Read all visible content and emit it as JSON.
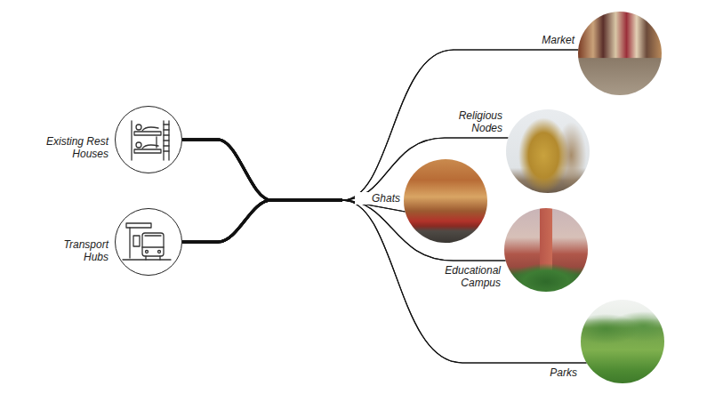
{
  "diagram": {
    "nodes": [
      {
        "text": [
          "Existing Rest Houses"
        ]
      },
      {
        "text": [
          "Transport Hubs"
        ]
      },
      {
        "text": [
          "Market"
        ]
      },
      {
        "text": [
          "Religious Nodes"
        ]
      },
      {
        "text": [
          "Ghats"
        ]
      },
      {
        "text": [
          "Educational Campus"
        ]
      },
      {
        "text": [
          "Parks"
        ]
      }
    ],
    "edges": [
      {
        "from": 0,
        "to": 2,
        "arrow": "none"
      },
      {
        "from": 0,
        "to": 3,
        "arrow": "none"
      },
      {
        "from": 0,
        "to": 4,
        "arrow": "none"
      },
      {
        "from": 0,
        "to": 5,
        "arrow": "none"
      },
      {
        "from": 0,
        "to": 6,
        "arrow": "none"
      },
      {
        "from": 1,
        "to": 2,
        "arrow": "none"
      },
      {
        "from": 1,
        "to": 3,
        "arrow": "none"
      },
      {
        "from": 1,
        "to": 4,
        "arrow": "none"
      },
      {
        "from": 1,
        "to": 5,
        "arrow": "none"
      },
      {
        "from": 1,
        "to": 6,
        "arrow": "none"
      }
    ]
  }
}
